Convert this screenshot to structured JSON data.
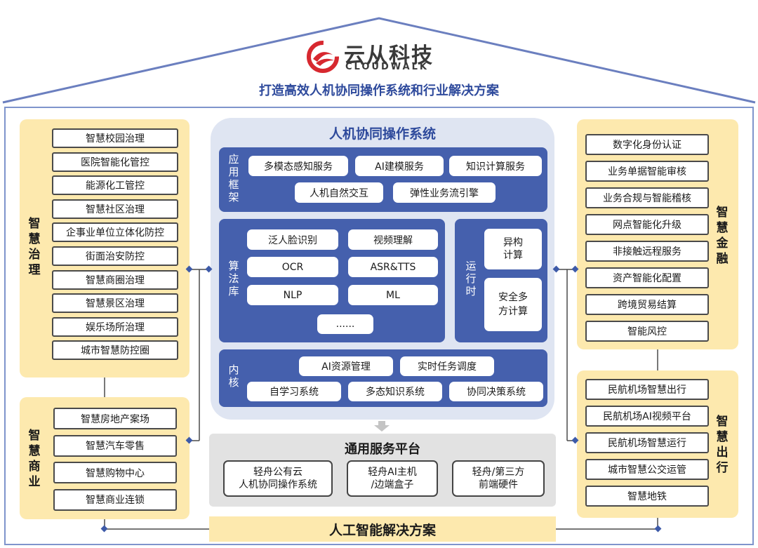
{
  "header": {
    "logo_cn": "云从科技",
    "logo_en": "CLOUDWALK",
    "slogan": "打造高效人机协同操作系统和行业解决方案"
  },
  "left_top": {
    "label": "智慧治理",
    "items": [
      "智慧校园治理",
      "医院智能化管控",
      "能源化工管控",
      "智慧社区治理",
      "企事业单位立体化防控",
      "街面治安防控",
      "智慧商圈治理",
      "智慧景区治理",
      "娱乐场所治理",
      "城市智慧防控圈"
    ]
  },
  "left_bottom": {
    "label": "智慧商业",
    "items": [
      "智慧房地产案场",
      "智慧汽车零售",
      "智慧购物中心",
      "智慧商业连锁"
    ]
  },
  "right_top": {
    "label": "智慧金融",
    "items": [
      "数字化身份认证",
      "业务单据智能审核",
      "业务合规与智能稽核",
      "网点智能化升级",
      "非接触远程服务",
      "资产智能化配置",
      "跨境贸易结算",
      "智能风控"
    ]
  },
  "right_bottom": {
    "label": "智慧出行",
    "items": [
      "民航机场智慧出行",
      "民航机场AI视频平台",
      "民航机场智慧运行",
      "城市智慧公交运管",
      "智慧地铁"
    ]
  },
  "os": {
    "title": "人机协同操作系统",
    "app_framework": {
      "label": "应用框架",
      "items": [
        "多模态感知服务",
        "AI建模服务",
        "知识计算服务",
        "人机自然交互",
        "弹性业务流引擎"
      ]
    },
    "algorithm_lib": {
      "label": "算法库",
      "items": [
        "泛人脸识别",
        "视频理解",
        "OCR",
        "ASR&TTS",
        "NLP",
        "ML",
        "......"
      ]
    },
    "runtime": {
      "label": "运行时",
      "items": [
        "异构\n计算",
        "安全多\n方计算"
      ]
    },
    "kernel": {
      "label": "内核",
      "items": [
        "AI资源管理",
        "实时任务调度",
        "自学习系统",
        "多态知识系统",
        "协同决策系统"
      ]
    }
  },
  "platform": {
    "title": "通用服务平台",
    "items": [
      "轻舟公有云\n人机协同操作系统",
      "轻舟AI主机\n/边端盒子",
      "轻舟/第三方\n前端硬件"
    ]
  },
  "footer": {
    "title": "人工智能解决方案"
  },
  "colors": {
    "accent_blue": "#4560ad",
    "panel_yellow": "#fde9ae",
    "logo_red": "#d7282f"
  }
}
